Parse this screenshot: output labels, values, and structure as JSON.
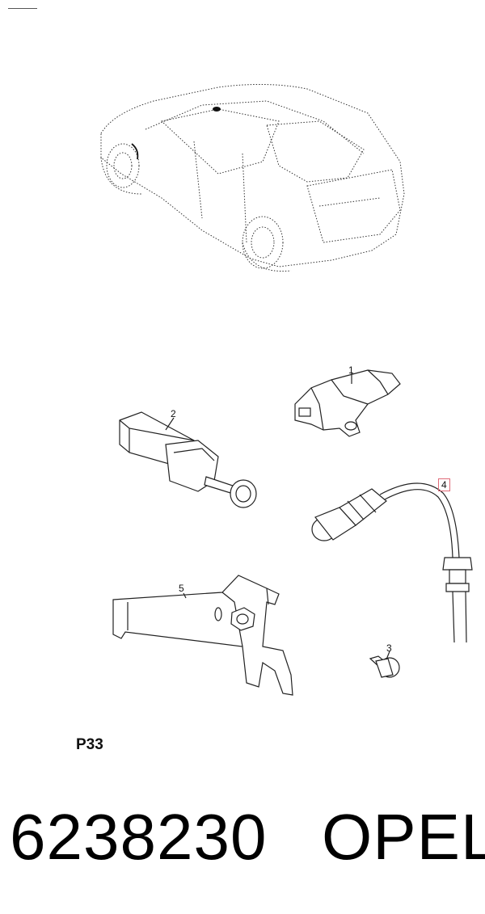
{
  "callouts": {
    "c1": "1",
    "c2": "2",
    "c3": "3",
    "c4": "4",
    "c5": "5"
  },
  "page_ref": "P33",
  "part_number": "6238230",
  "brand": "OPEL",
  "colors": {
    "highlight_box": "#e06a78",
    "line": "#222222"
  }
}
